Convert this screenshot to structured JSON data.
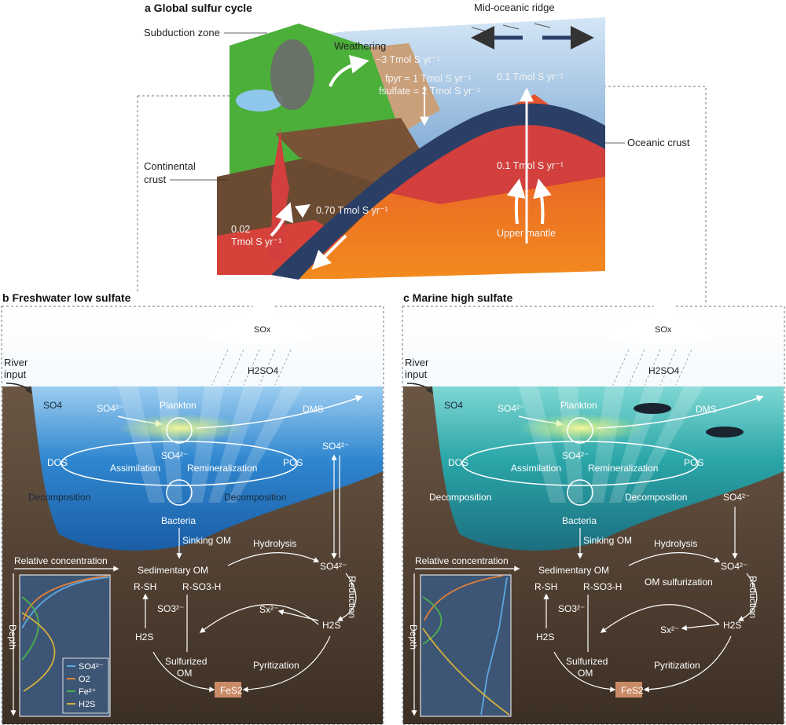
{
  "panel_a": {
    "title": "a Global sulfur cycle",
    "subduction_zone": "Subduction zone",
    "mid_oceanic_ridge": "Mid-oceanic ridge",
    "weathering": "Weathering",
    "weathering_flux": "~3 Tmol S yr⁻¹",
    "f_pyr": "fpyr = 1 Tmol S yr⁻¹",
    "f_sulfate": "fsulfate = 2 Tmol S yr⁻¹",
    "ridge_flux_top": "0.1 Tmol S yr⁻¹",
    "ridge_flux_mid": "0.1 Tmol S yr⁻¹",
    "oceanic_crust": "Oceanic crust",
    "continental_crust_1": "Continental",
    "continental_crust_2": "crust",
    "subduction_flux": "0.70 Tmol S yr⁻¹",
    "volcano_flux_1": "0.02",
    "volcano_flux_2": "Tmol S yr⁻¹",
    "upper_mantle": "Upper mantle"
  },
  "panel_b": {
    "title": "b Freshwater low sulfate",
    "cloud": "SOx",
    "rain": "H2SO4",
    "river_1": "River",
    "river_2": "input",
    "so4": "SO4",
    "so4_2": "SO4²⁻",
    "plankton": "Plankton",
    "dms": "DMS",
    "so4_right": "SO4²⁻",
    "dos": "DOS",
    "pos": "POS",
    "so4_center": "SO4²⁻",
    "assimilation": "Assimilation",
    "remineralization": "Remineralization",
    "decomposition_left": "Decomposition",
    "decomposition_right": "Decomposition",
    "bacteria": "Bacteria",
    "sinking_om": "Sinking OM",
    "hydrolysis": "Hydrolysis",
    "sedimentary_om": "Sedimentary OM",
    "so4_sed": "SO4²⁻",
    "reduction": "Reduction",
    "r_sh": "R-SH",
    "r_so3h": "R-SO3-H",
    "so3": "SO3²⁻",
    "sx": "Sx²⁻",
    "h2s_right": "H2S",
    "h2s_left": "H2S",
    "sulfurized_om_1": "Sulfurized",
    "sulfurized_om_2": "OM",
    "pyritization": "Pyritization",
    "fes2": "FeS2",
    "rel_conc": "Relative concentration",
    "depth": "Depth",
    "legend": [
      {
        "label": "SO4²⁻",
        "color": "#5aa8e0"
      },
      {
        "label": "O2",
        "color": "#e0813a"
      },
      {
        "label": "Fe²⁺",
        "color": "#4caf50"
      },
      {
        "label": "H2S",
        "color": "#d4b13c"
      }
    ]
  },
  "panel_c": {
    "title": "c Marine high sulfate",
    "cloud": "SOx",
    "rain": "H2SO4",
    "river_1": "River",
    "river_2": "input",
    "so4": "SO4",
    "so4_2": "SO4²⁻",
    "plankton": "Plankton",
    "dms": "DMS",
    "dos": "DOS",
    "pos": "POS",
    "so4_center": "SO4²⁻",
    "assimilation": "Assimilation",
    "remineralization": "Remineralization",
    "decomposition_left": "Decomposition",
    "decomposition_right": "Decomposition",
    "so4_right": "SO4²⁻",
    "bacteria": "Bacteria",
    "sinking_om": "Sinking OM",
    "hydrolysis": "Hydrolysis",
    "sedimentary_om": "Sedimentary OM",
    "so4_sed": "SO4²⁻",
    "om_sulfurization": "OM sulfurization",
    "reduction": "Reduction",
    "r_sh": "R-SH",
    "r_so3h": "R-SO3-H",
    "so3": "SO3²⁻",
    "sx": "Sx²⁻",
    "h2s_right": "H2S",
    "h2s_left": "H2S",
    "sulfurized_om_1": "Sulfurized",
    "sulfurized_om_2": "OM",
    "pyritization": "Pyritization",
    "fes2": "FeS2",
    "rel_conc": "Relative concentration",
    "depth": "Depth"
  },
  "colors": {
    "mantle": "#e8741c",
    "slab": "#2b3f66",
    "ocean_top": "#9fc3e6",
    "fresh_water": "#2f86cf",
    "marine_water": "#2aa6a8",
    "sediment": "#4a3a2c",
    "land": "#4caf3a",
    "crust_brown": "#6b4a32",
    "fes2_box": "#c98a66"
  }
}
